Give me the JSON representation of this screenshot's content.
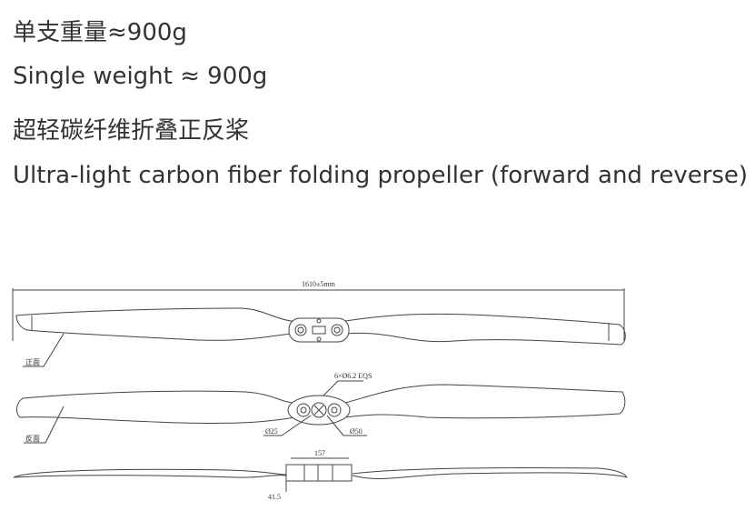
{
  "text": {
    "weight_cn": "单支重量≈900g",
    "weight_en": "Single weight ≈ 900g",
    "title_cn": "超轻碳纤维折叠正反桨",
    "title_en": "Ultra-light carbon fiber folding propeller (forward and reverse)"
  },
  "drawing": {
    "length_label": "1610±5mm",
    "front_label": "正面",
    "back_label": "反面",
    "holes_label": "6×Ø6.2 EQS",
    "inner_dia_label": "Ø25",
    "outer_dia_label": "Ø50",
    "hub_width_label": "157",
    "hub_height_label": "41.5"
  }
}
